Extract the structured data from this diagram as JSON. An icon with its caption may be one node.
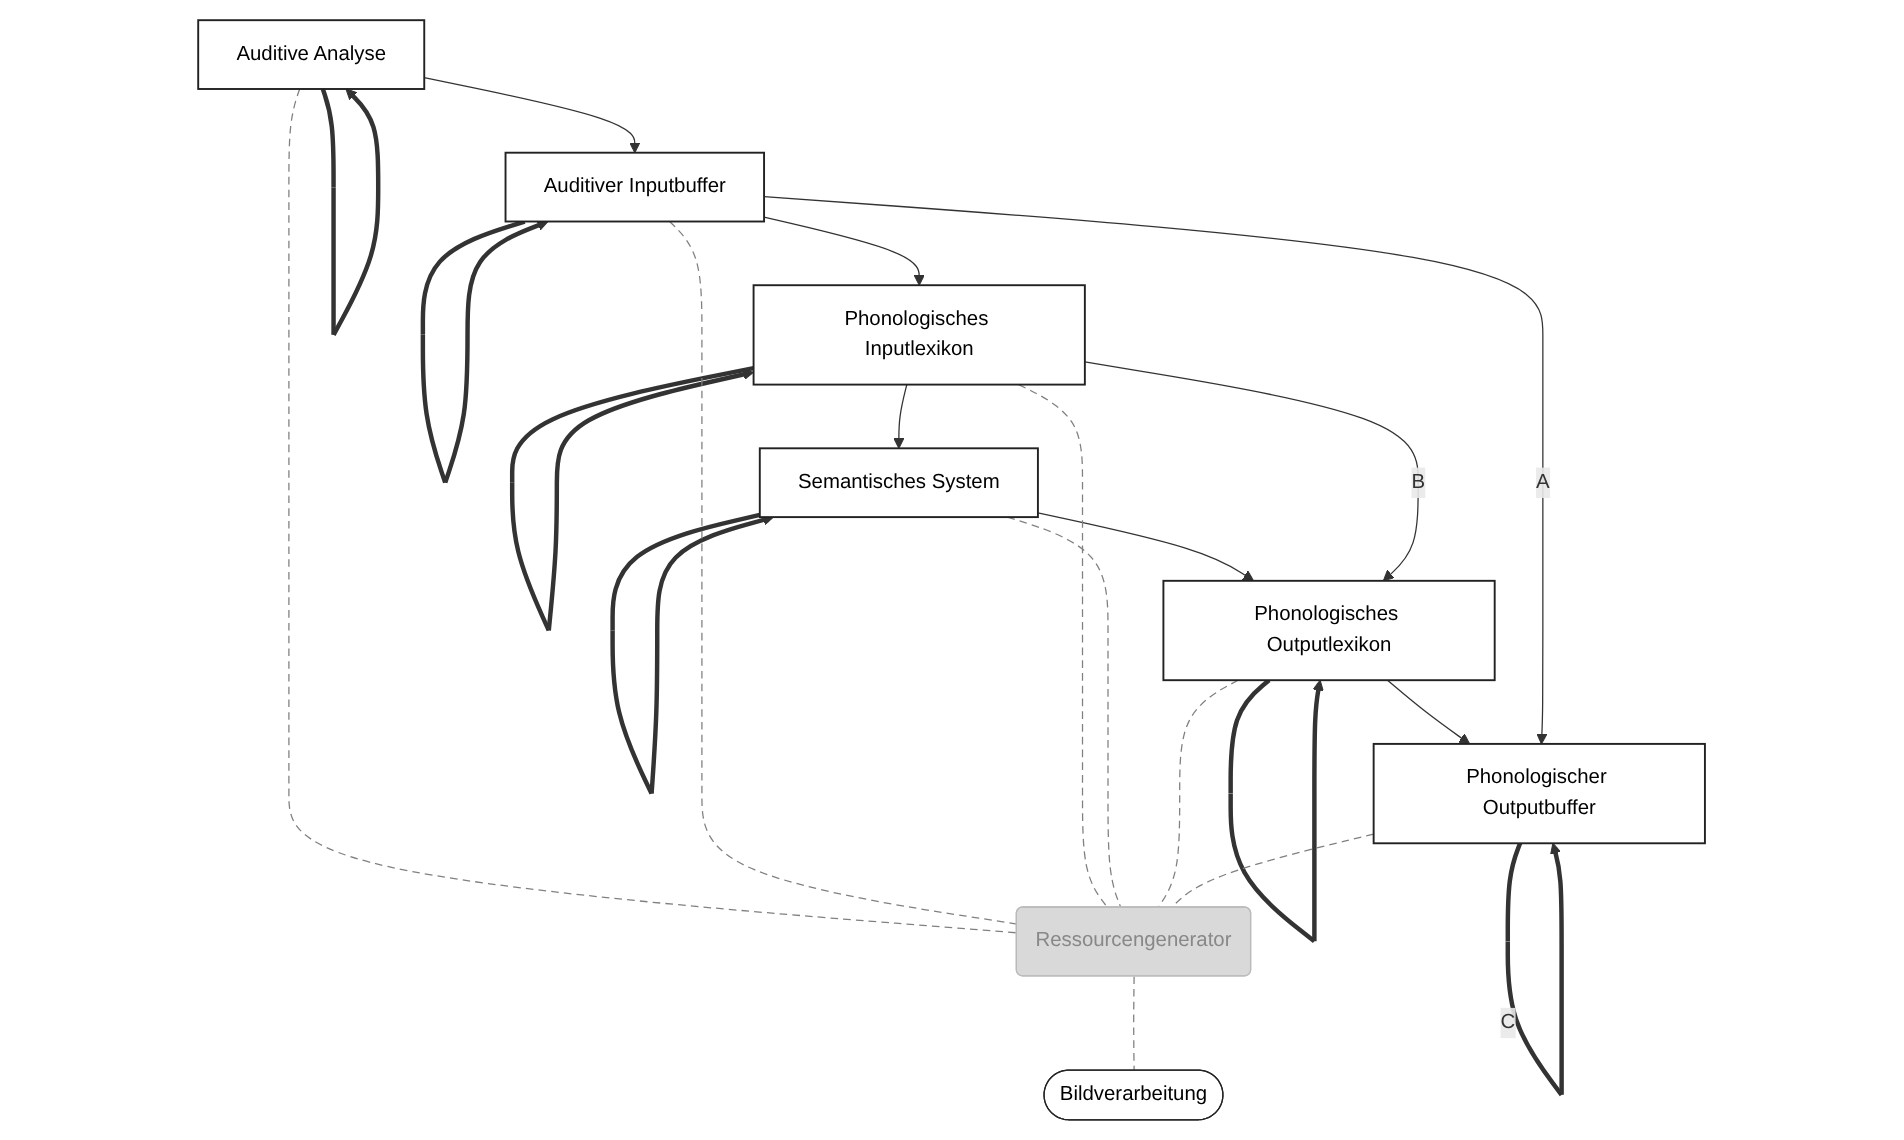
{
  "diagram": {
    "nodes": [
      {
        "text": [
          "Auditive Analyse"
        ]
      },
      {
        "text": [
          "Auditiver Inputbuffer"
        ]
      },
      {
        "text": [
          "Phonologisches Inputlexikon"
        ]
      },
      {
        "text": [
          "Semantisches System"
        ]
      },
      {
        "text": [
          "Phonologisches Outputlexikon"
        ]
      },
      {
        "text": [
          "Phonologischer Outputbuffer"
        ]
      },
      {
        "text": [
          "Ressourcengenerator"
        ]
      },
      {
        "text": [
          "Bildverarbeitung"
        ]
      }
    ],
    "edges": [
      {
        "from": 0,
        "to": 1,
        "arrow": "to"
      },
      {
        "from": 1,
        "to": 2,
        "arrow": "to"
      },
      {
        "from": 2,
        "to": 3,
        "arrow": "to"
      },
      {
        "from": 3,
        "to": 4,
        "arrow": "to"
      },
      {
        "from": 4,
        "to": 5,
        "arrow": "to"
      },
      {
        "from": 1,
        "to": 5,
        "arrow": "to",
        "label": "A"
      },
      {
        "from": 2,
        "to": 4,
        "arrow": "to",
        "label": "B"
      },
      {
        "from": 0,
        "to": 0,
        "arrow": "to",
        "style": "thick"
      },
      {
        "from": 1,
        "to": 1,
        "arrow": "to",
        "style": "thick"
      },
      {
        "from": 2,
        "to": 2,
        "arrow": "to",
        "style": "thick"
      },
      {
        "from": 3,
        "to": 3,
        "arrow": "to",
        "style": "thick"
      },
      {
        "from": 4,
        "to": 4,
        "arrow": "to",
        "style": "thick"
      },
      {
        "from": 5,
        "to": 5,
        "arrow": "to",
        "style": "thick",
        "label": "C"
      },
      {
        "from": 0,
        "to": 6,
        "arrow": "none",
        "style": "dashed",
        "color": "#808080"
      },
      {
        "from": 1,
        "to": 6,
        "arrow": "none",
        "style": "dashed",
        "color": "#808080"
      },
      {
        "from": 2,
        "to": 6,
        "arrow": "none",
        "style": "dashed",
        "color": "#808080"
      },
      {
        "from": 3,
        "to": 6,
        "arrow": "none",
        "style": "dashed",
        "color": "#808080"
      },
      {
        "from": 4,
        "to": 6,
        "arrow": "none",
        "style": "dashed",
        "color": "#808080"
      },
      {
        "from": 5,
        "to": 6,
        "arrow": "none",
        "style": "dashed",
        "color": "#808080"
      },
      {
        "from": 6,
        "to": 7,
        "arrow": "none",
        "style": "dashed",
        "color": "#808080"
      }
    ]
  }
}
